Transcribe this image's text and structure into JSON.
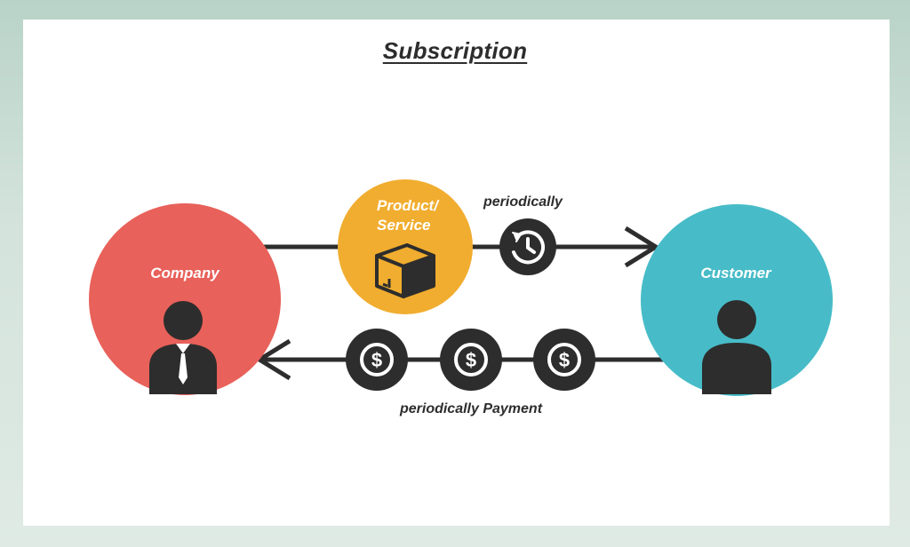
{
  "title": "Subscription",
  "nodes": {
    "company": "Company",
    "product_line1": "Product/",
    "product_line2": "Service",
    "customer": "Customer"
  },
  "labels": {
    "periodically": "periodically",
    "payment": "periodically Payment"
  },
  "icons": {
    "company": "businessman-icon",
    "product": "package-box-icon",
    "recurring": "recurring-clock-icon",
    "payment": "dollar-coin-icon",
    "customer": "user-icon"
  },
  "colors": {
    "company": "#e8615a",
    "product": "#f1ad2f",
    "customer": "#47bcc8",
    "dark": "#2d2d2d",
    "background": "#d3e3db"
  }
}
